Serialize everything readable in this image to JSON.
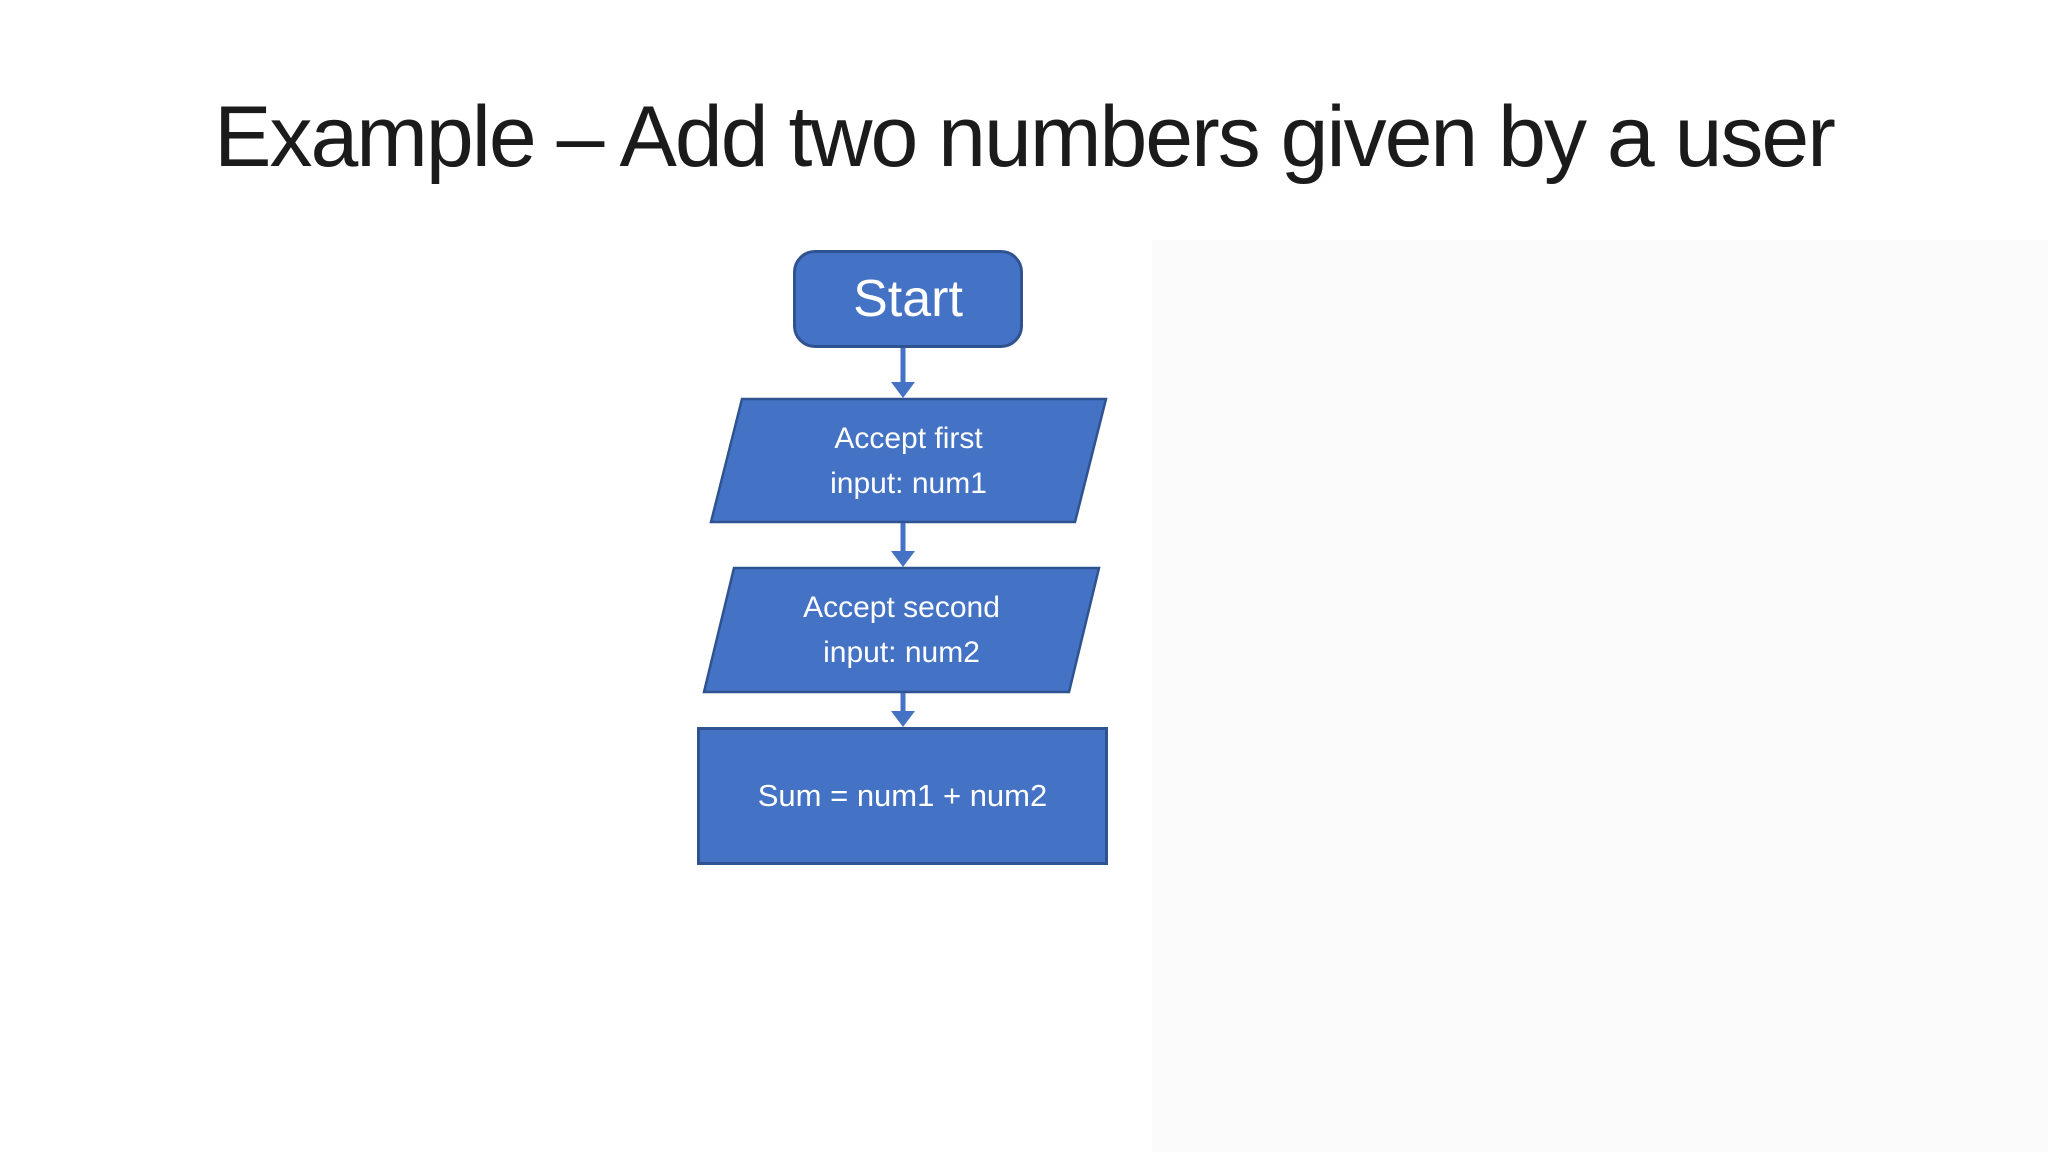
{
  "slide": {
    "title": "Example – Add two numbers given by a user",
    "background_color": "#ffffff",
    "side_panel_color": "#fbfbfb",
    "title_color": "#1b1b1b"
  },
  "flowchart": {
    "shape_fill": "#4472C4",
    "shape_border": "#2F5390",
    "arrow_color": "#4472C4",
    "text_color": "#ffffff",
    "nodes": [
      {
        "id": "start",
        "type": "rounded-rectangle",
        "label": "Start"
      },
      {
        "id": "input-1",
        "type": "parallelogram",
        "label": "Accept first input: num1",
        "line1": "Accept first",
        "line2": "input: num1"
      },
      {
        "id": "input-2",
        "type": "parallelogram",
        "label": "Accept second input: num2",
        "line1": "Accept second",
        "line2": "input: num2"
      },
      {
        "id": "process-sum",
        "type": "rectangle",
        "label": "Sum = num1 + num2"
      }
    ]
  }
}
